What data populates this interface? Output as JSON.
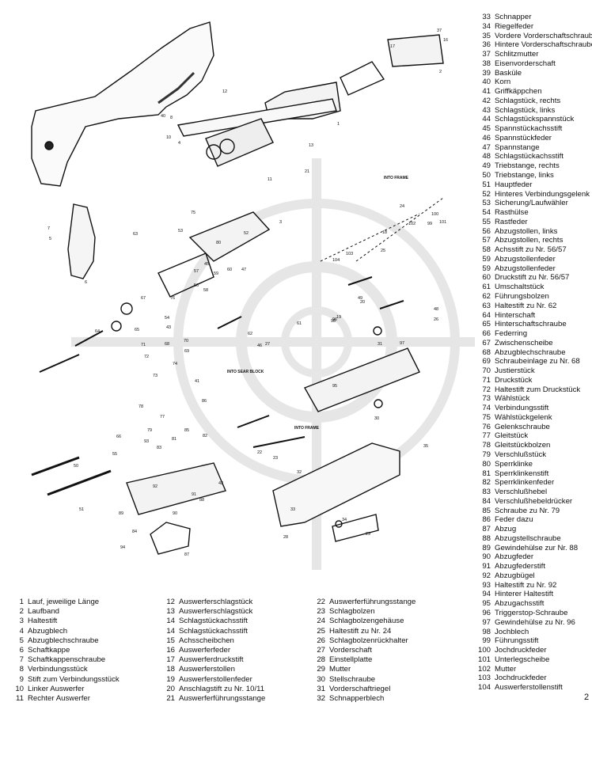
{
  "diagram": {
    "frame_labels": [
      "INTO FRAME",
      "INTO FRAME",
      "INTO SEAR BLOCK"
    ],
    "callouts": [
      "1",
      "2",
      "3",
      "4",
      "5",
      "6",
      "7",
      "8",
      "10",
      "11",
      "12",
      "13",
      "16",
      "17",
      "18",
      "19",
      "20",
      "21",
      "22",
      "23",
      "24",
      "25",
      "26",
      "27",
      "28",
      "29",
      "30",
      "31",
      "32",
      "33",
      "34",
      "35",
      "37",
      "40",
      "41",
      "42",
      "43",
      "45",
      "46",
      "47",
      "48",
      "49",
      "50",
      "51",
      "52",
      "53",
      "54",
      "55",
      "56",
      "57",
      "58",
      "59",
      "60",
      "61",
      "62",
      "63",
      "64",
      "65",
      "66",
      "67",
      "68",
      "69",
      "70",
      "71",
      "72",
      "73",
      "74",
      "75",
      "76",
      "77",
      "78",
      "79",
      "80",
      "81",
      "82",
      "83",
      "84",
      "85",
      "86",
      "87",
      "88",
      "89",
      "90",
      "91",
      "92",
      "93",
      "94",
      "95",
      "96",
      "97",
      "98",
      "99",
      "100",
      "101",
      "102",
      "103",
      "104"
    ]
  },
  "parts_right": [
    {
      "n": "33",
      "t": "Schnapper"
    },
    {
      "n": "34",
      "t": "Riegelfeder"
    },
    {
      "n": "35",
      "t": "Vordere Vorderschaftschraub"
    },
    {
      "n": "36",
      "t": "Hintere Vorderschaftschraube"
    },
    {
      "n": "37",
      "t": "Schlitzmutter"
    },
    {
      "n": "38",
      "t": "Eisenvorderschaft"
    },
    {
      "n": "39",
      "t": "Basküle"
    },
    {
      "n": "40",
      "t": "Korn"
    },
    {
      "n": "41",
      "t": "Griffkäppchen"
    },
    {
      "n": "42",
      "t": "Schlagstück, rechts"
    },
    {
      "n": "43",
      "t": "Schlagstück, links"
    },
    {
      "n": "44",
      "t": "Schlagstückspannstück"
    },
    {
      "n": "45",
      "t": "Spannstückachsstift"
    },
    {
      "n": "46",
      "t": "Spannstückfeder"
    },
    {
      "n": "47",
      "t": "Spannstange"
    },
    {
      "n": "48",
      "t": "Schlagstückachsstift"
    },
    {
      "n": "49",
      "t": "Triebstange, rechts"
    },
    {
      "n": "50",
      "t": "Triebstange, links"
    },
    {
      "n": "51",
      "t": "Hauptfeder"
    },
    {
      "n": "52",
      "t": "Hinteres Verbindungsgelenk"
    },
    {
      "n": "53",
      "t": "Sicherung/Laufwähler"
    },
    {
      "n": "54",
      "t": "Rasthülse"
    },
    {
      "n": "55",
      "t": "Rastfeder"
    },
    {
      "n": "56",
      "t": "Abzugstollen, links"
    },
    {
      "n": "57",
      "t": "Abzugstollen, rechts"
    },
    {
      "n": "58",
      "t": "Achsstift zu Nr. 56/57"
    },
    {
      "n": "59",
      "t": "Abzugstollenfeder"
    },
    {
      "n": "59",
      "t": "Abzugstollenfeder"
    },
    {
      "n": "60",
      "t": "Druckstift zu Nr. 56/57"
    },
    {
      "n": "61",
      "t": "Umschaltstück"
    },
    {
      "n": "62",
      "t": "Führungsbolzen"
    },
    {
      "n": "63",
      "t": "Haltestift zu Nr. 62"
    },
    {
      "n": "64",
      "t": "Hinterschaft"
    },
    {
      "n": "65",
      "t": "Hinterschaftschraube"
    },
    {
      "n": "66",
      "t": "Federring"
    },
    {
      "n": "67",
      "t": "Zwischenscheibe"
    },
    {
      "n": "68",
      "t": "Abzugblechschraube"
    },
    {
      "n": "69",
      "t": "Schraubeinlage zu Nr. 68"
    },
    {
      "n": "70",
      "t": "Justierstück"
    },
    {
      "n": "71",
      "t": "Druckstück"
    },
    {
      "n": "72",
      "t": "Haltestift zum Druckstück"
    },
    {
      "n": "73",
      "t": "Wählstück"
    },
    {
      "n": "74",
      "t": "Verbindungsstift"
    },
    {
      "n": "75",
      "t": "Wählstückgelenk"
    },
    {
      "n": "76",
      "t": "Gelenkschraube"
    },
    {
      "n": "77",
      "t": "Gleitstück"
    },
    {
      "n": "78",
      "t": "Gleitstückbolzen"
    },
    {
      "n": "79",
      "t": "Verschlußstück"
    },
    {
      "n": "80",
      "t": "Sperrklinke"
    },
    {
      "n": "81",
      "t": "Sperrklinkenstift"
    },
    {
      "n": "82",
      "t": "Sperrklinkenfeder"
    },
    {
      "n": "83",
      "t": "Verschlußhebel"
    },
    {
      "n": "84",
      "t": "Verschlußhebeldrücker"
    },
    {
      "n": "85",
      "t": "Schraube zu Nr. 79"
    },
    {
      "n": "86",
      "t": "Feder dazu"
    },
    {
      "n": "87",
      "t": "Abzug"
    },
    {
      "n": "88",
      "t": "Abzugstellschraube"
    },
    {
      "n": "89",
      "t": "Gewindehülse zur Nr. 88"
    },
    {
      "n": "90",
      "t": "Abzugfeder"
    },
    {
      "n": "91",
      "t": "Abzugfederstift"
    },
    {
      "n": "92",
      "t": "Abzugbügel"
    },
    {
      "n": "93",
      "t": "Haltestift zu Nr. 92"
    },
    {
      "n": "94",
      "t": "Hinterer Haltestift"
    },
    {
      "n": "95",
      "t": "Abzugachsstift"
    },
    {
      "n": "96",
      "t": "Triggerstop-Schraube"
    },
    {
      "n": "97",
      "t": "Gewindehülse zu Nr. 96"
    },
    {
      "n": "98",
      "t": "Jochblech"
    },
    {
      "n": "99",
      "t": "Führungsstift"
    },
    {
      "n": "100",
      "t": "Jochdruckfeder"
    },
    {
      "n": "101",
      "t": "Unterlegscheibe"
    },
    {
      "n": "102",
      "t": "Mutter"
    },
    {
      "n": "103",
      "t": "Jochdruckfeder"
    },
    {
      "n": "104",
      "t": "Auswerferstollenstift"
    }
  ],
  "parts_col1": [
    {
      "n": "1",
      "t": "Lauf, jeweilige Länge"
    },
    {
      "n": "2",
      "t": "Laufband"
    },
    {
      "n": "3",
      "t": "Haltestift"
    },
    {
      "n": "4",
      "t": "Abzugblech"
    },
    {
      "n": "5",
      "t": "Abzugblechschraube"
    },
    {
      "n": "6",
      "t": "Schaftkappe"
    },
    {
      "n": "7",
      "t": "Schaftkappenschraube"
    },
    {
      "n": "8",
      "t": "Verbindungsstück"
    },
    {
      "n": "9",
      "t": "Stift zum Verbindungsstück"
    },
    {
      "n": "10",
      "t": "Linker Auswerfer"
    },
    {
      "n": "11",
      "t": "Rechter Auswerfer"
    }
  ],
  "parts_col2": [
    {
      "n": "12",
      "t": "Auswerferschlagstück"
    },
    {
      "n": "13",
      "t": "Auswerferschlagstück"
    },
    {
      "n": "14",
      "t": "Schlagstückachsstift"
    },
    {
      "n": "14",
      "t": "Schlagstückachsstift"
    },
    {
      "n": "15",
      "t": "Achsscheibchen"
    },
    {
      "n": "16",
      "t": "Auswerferfeder"
    },
    {
      "n": "17",
      "t": "Auswerferdruckstift"
    },
    {
      "n": "18",
      "t": "Auswerferstollen"
    },
    {
      "n": "19",
      "t": "Auswerferstollenfeder"
    },
    {
      "n": "20",
      "t": "Anschlagstift zu Nr. 10/11"
    },
    {
      "n": "21",
      "t": "Auswerferführungsstange"
    }
  ],
  "parts_col3": [
    {
      "n": "22",
      "t": "Auswerferführungsstange"
    },
    {
      "n": "23",
      "t": "Schlagbolzen"
    },
    {
      "n": "24",
      "t": "Schlagbolzengehäuse"
    },
    {
      "n": "25",
      "t": "Haltestift zu Nr. 24"
    },
    {
      "n": "26",
      "t": "Schlagbolzenrückhalter"
    },
    {
      "n": "27",
      "t": "Vorderschaft"
    },
    {
      "n": "28",
      "t": "Einstellplatte"
    },
    {
      "n": "29",
      "t": "Mutter"
    },
    {
      "n": "30",
      "t": "Stellschraube"
    },
    {
      "n": "31",
      "t": "Vorderschaftriegel"
    },
    {
      "n": "32",
      "t": "Schnapperblech"
    }
  ],
  "page_number": "2"
}
